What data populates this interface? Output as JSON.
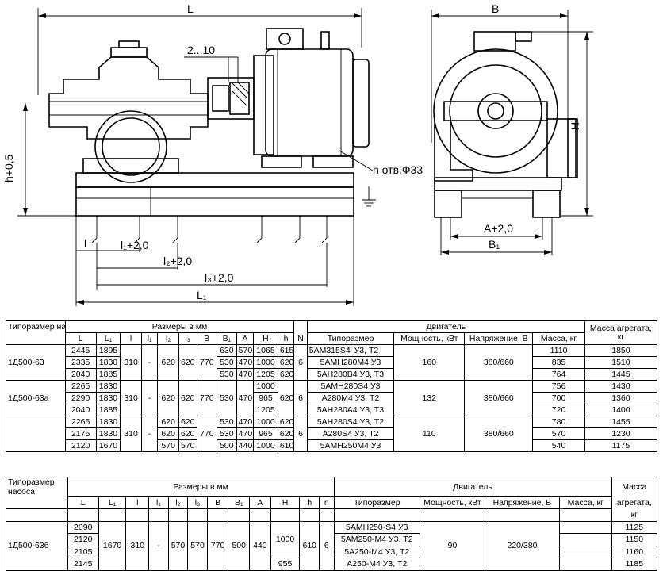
{
  "drawing": {
    "labels": {
      "L": "L",
      "B": "B",
      "H": "H",
      "gap": "2...10",
      "h": "h+0,5",
      "holes": "n отв.Ф33",
      "l": "l",
      "l1": "l₁+2,0",
      "l2": "l₂+2,0",
      "l3": "l₃+2,0",
      "L1": "L₁",
      "A": "A+2,0",
      "B1": "B₁"
    }
  },
  "table1": {
    "headers": {
      "type": "Типоразмер насоса",
      "dims": "Размеры в мм",
      "L": "L",
      "L1": "L₁",
      "l": "l",
      "l1": "l₁",
      "l2": "l₂",
      "l3": "l₃",
      "B": "B",
      "B1": "B₁",
      "A": "A",
      "H": "H",
      "h": "h",
      "N": "N",
      "engine": "Двигатель",
      "etype": "Типоразмер",
      "power": "Мощность, кВт",
      "voltage": "Напряжение, В",
      "mass": "Масса, кг",
      "unitmass": "Масса агрегата, кг"
    },
    "groups": [
      {
        "name": "1Д500-63",
        "l": "310",
        "l1": "-",
        "l2": "620",
        "l3": "620",
        "B": "770",
        "N": "6",
        "power": "160",
        "voltage": "380/660",
        "rows": [
          {
            "L": "2445",
            "L1": "1895",
            "B1": "630",
            "A": "570",
            "H": "1065",
            "h": "615",
            "etype": "5АМ315S4' У3, Т2",
            "mass": "1110",
            "unitmass": "1850"
          },
          {
            "L": "2335",
            "L1": "1830",
            "B1": "530",
            "A": "470",
            "H": "1000",
            "h": "620",
            "etype": "5АМН280М4 У3",
            "mass": "835",
            "unitmass": "1510"
          },
          {
            "L": "2040",
            "L1": "1885",
            "B1": "530",
            "A": "470",
            "H": "1205",
            "h": "620",
            "etype": "5АН280В4 У3, Т3",
            "mass": "764",
            "unitmass": "1445"
          }
        ]
      },
      {
        "name": "1Д500-63а",
        "l": "310",
        "l1": "-",
        "l2": "620",
        "l3": "620",
        "B": "770",
        "B1": "530",
        "A": "470",
        "h": "620",
        "N": "6",
        "power": "132",
        "voltage": "380/660",
        "rows": [
          {
            "L": "2265",
            "L1": "1830",
            "H": "1000",
            "etype": "5АМН280S4 У3",
            "mass": "756",
            "unitmass": "1430"
          },
          {
            "L": "2290",
            "L1": "1830",
            "H": "965",
            "etype": "А280М4 У3, Т2",
            "mass": "700",
            "unitmass": "1360"
          },
          {
            "L": "2040",
            "L1": "1885",
            "H": "1205",
            "etype": "5АН280А4 У3, Т3",
            "mass": "720",
            "unitmass": "1400"
          }
        ]
      },
      {
        "name": "",
        "l": "310",
        "l1": "-",
        "B": "770",
        "N": "6",
        "power": "110",
        "voltage": "380/660",
        "rows": [
          {
            "L": "2265",
            "L1": "1830",
            "l2": "620",
            "l3": "620",
            "B1": "530",
            "A": "470",
            "H": "1000",
            "h": "620",
            "etype": "5АН280S4 У3, Т2",
            "mass": "780",
            "unitmass": "1455"
          },
          {
            "L": "2175",
            "L1": "1830",
            "l2": "620",
            "l3": "620",
            "B1": "530",
            "A": "470",
            "H": "965",
            "h": "620",
            "etype": "А280S4 У3, Т2",
            "mass": "570",
            "unitmass": "1230"
          },
          {
            "L": "2120",
            "L1": "1670",
            "l2": "570",
            "l3": "570",
            "B1": "500",
            "A": "440",
            "H": "1000",
            "h": "610",
            "etype": "5АМН250М4 У3",
            "mass": "540",
            "unitmass": "1175"
          }
        ]
      }
    ]
  },
  "table2": {
    "headers": {
      "type": "Типоразмер насоса",
      "dims": "Размеры в мм",
      "L": "L",
      "L1": "L₁",
      "l": "l",
      "l1": "l₁",
      "l2": "l₂",
      "l3": "l₃",
      "B": "B",
      "B1": "B₁",
      "A": "A",
      "H": "H",
      "h": "h",
      "n": "n",
      "engine": "Двигатель",
      "etype": "Типоразмер",
      "power": "Мощность, кВт",
      "voltage": "Напряжение, В",
      "mass": "Масса, кг",
      "unitmass_a": "Масса",
      "unitmass_b": "агрегата,",
      "unitmass_c": "кг"
    },
    "group": {
      "name": "1Д500-63б",
      "L1": "1670",
      "l": "310",
      "l1": "-",
      "l2": "570",
      "l3": "570",
      "B": "770",
      "B1": "500",
      "A": "440",
      "H": "1000",
      "h": "610",
      "n": "6",
      "power": "90",
      "voltage": "220/380",
      "H_last": "955",
      "rows": [
        {
          "L": "2090",
          "etype": "5АМН250-S4 У3",
          "unitmass": "1125"
        },
        {
          "L": "2120",
          "etype": "5АМ250-М4 У3, Т2",
          "unitmass": "1150"
        },
        {
          "L": "2105",
          "etype": "5А250-М4 У3, Т2",
          "unitmass": "1160"
        },
        {
          "L": "2145",
          "etype": "А250-М4 У3, Т2",
          "unitmass": "1185"
        }
      ]
    }
  }
}
